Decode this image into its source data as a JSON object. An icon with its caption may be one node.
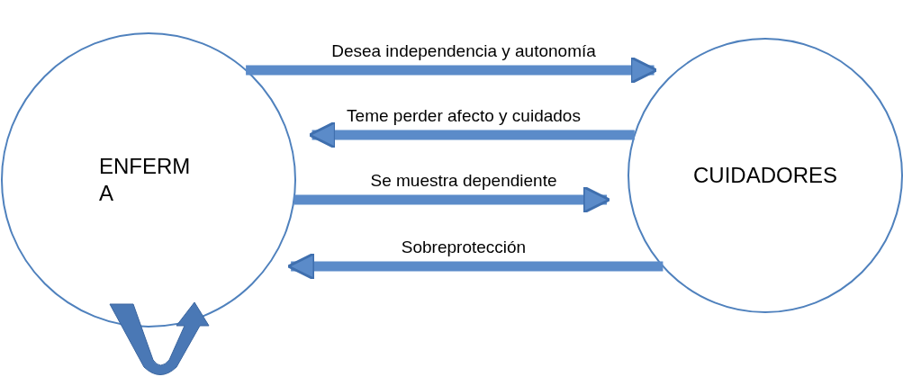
{
  "diagram": {
    "nodes": [
      {
        "text": [
          "ENFERMA"
        ]
      },
      {
        "text": [
          "CUIDADORES"
        ]
      }
    ],
    "edges": [
      {
        "from": 0,
        "to": 1,
        "arrow": "to",
        "label": "Desea independencia y autonomía"
      },
      {
        "from": 1,
        "to": 0,
        "arrow": "to",
        "label": "Teme perder afecto y cuidados"
      },
      {
        "from": 0,
        "to": 1,
        "arrow": "to",
        "label": "Se muestra dependiente"
      },
      {
        "from": 1,
        "to": 0,
        "arrow": "to",
        "label": "Sobreprotección"
      }
    ]
  }
}
